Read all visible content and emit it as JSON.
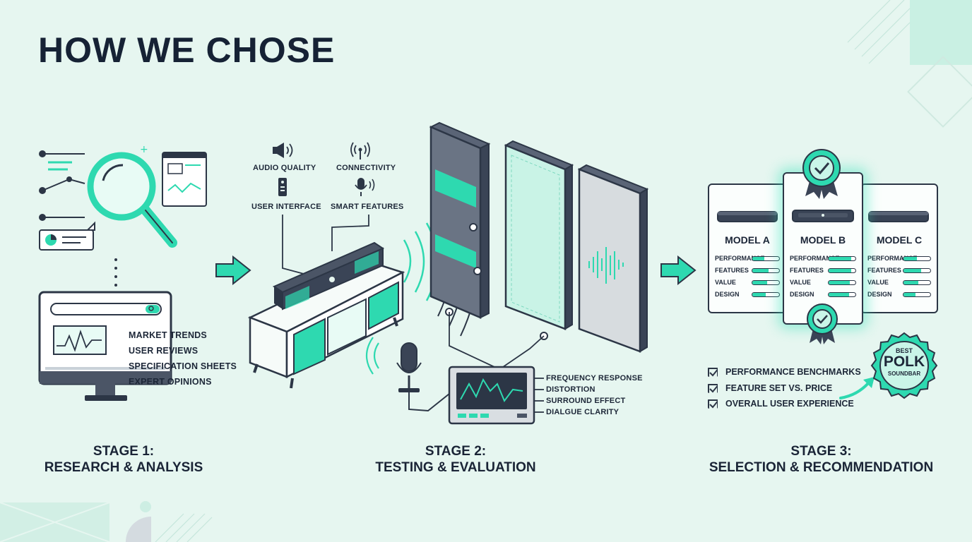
{
  "title": "HOW WE CHOSE",
  "colors": {
    "background": "#e6f6f0",
    "accent": "#2ed9b0",
    "ink": "#2c3646"
  },
  "stage1": {
    "label_line1": "STAGE 1:",
    "label_line2": "RESEARCH & ANALYSIS",
    "sources": [
      "MARKET TRENDS",
      "USER REVIEWS",
      "SPECIFICATION SHEETS",
      "EXPERT OPINIONS"
    ],
    "icons": [
      "magnifying-glass-icon",
      "browser-window-icon",
      "chat-bubble-icon",
      "monitor-icon",
      "search-bar-icon"
    ]
  },
  "stage2": {
    "label_line1": "STAGE 2:",
    "label_line2": "TESTING & EVALUATION",
    "criteria": [
      "AUDIO QUALITY",
      "CONNECTIVITY",
      "USER INTERFACE",
      "SMART FEATURES"
    ],
    "measurements": [
      "FREQUENCY RESPONSE",
      "DISTORTION",
      "SURROUND EFFECT",
      "DIALGUE CLARITY"
    ],
    "icons": [
      "speaker-icon",
      "antenna-icon",
      "remote-icon",
      "microphone-icon",
      "soundbar-icon",
      "acoustic-panel-icon",
      "analyzer-icon"
    ]
  },
  "stage3": {
    "label_line1": "STAGE 3:",
    "label_line2": "SELECTION & RECOMMENDATION",
    "metric_labels": [
      "PERFORMANCE",
      "FEATURES",
      "VALUE",
      "DESIGN"
    ],
    "models": [
      {
        "name": "MODEL A",
        "scores": [
          0.45,
          0.6,
          0.55,
          0.5
        ]
      },
      {
        "name": "MODEL B",
        "scores": [
          0.85,
          0.85,
          0.8,
          0.75
        ]
      },
      {
        "name": "MODEL C",
        "scores": [
          0.5,
          0.65,
          0.55,
          0.45
        ]
      }
    ],
    "checklist": [
      "PERFORMANCE BENCHMARKS",
      "FEATURE SET VS. PRICE",
      "OVERALL USER EXPERIENCE"
    ],
    "badge": {
      "top": "BEST",
      "main": "POLK",
      "bottom": "SOUNDBAR"
    },
    "icons": [
      "award-ribbon-icon",
      "checkbox-icon",
      "curved-arrow-icon"
    ]
  }
}
